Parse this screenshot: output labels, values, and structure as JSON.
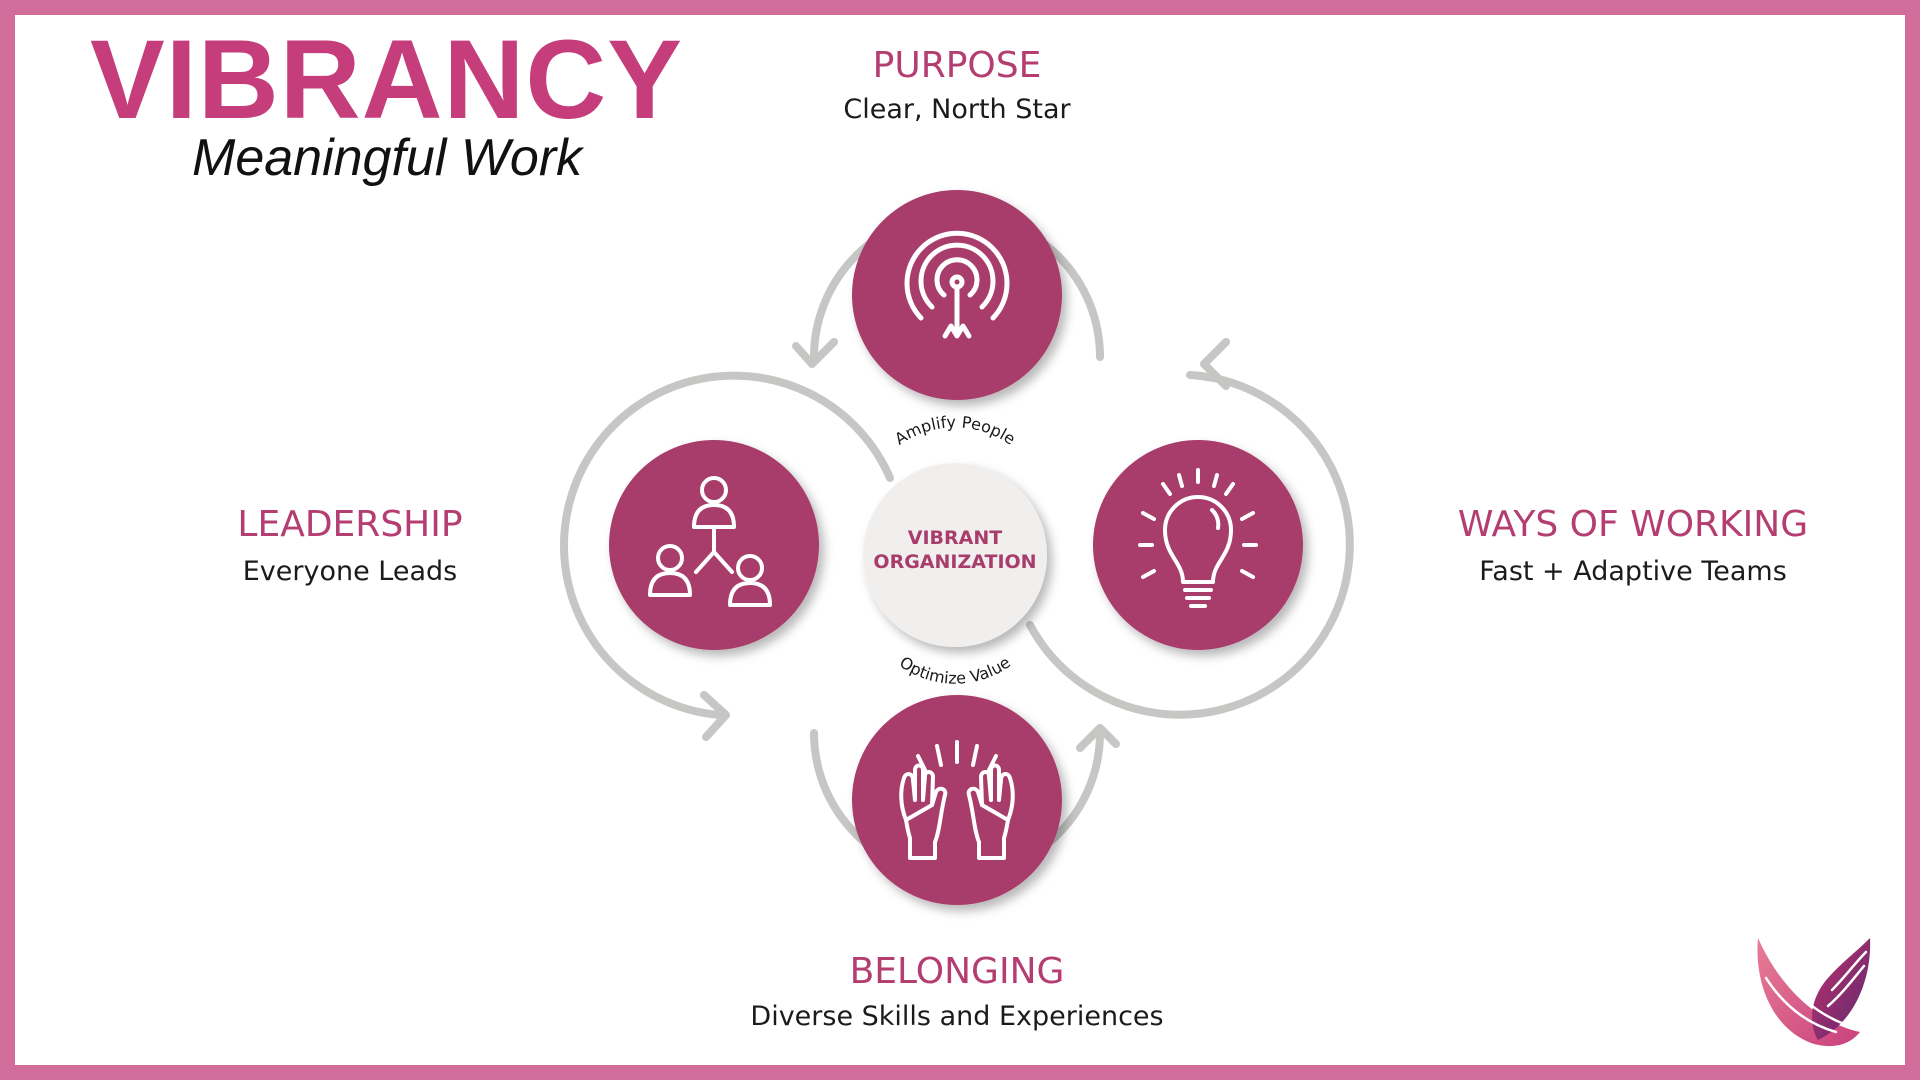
{
  "header": {
    "title": "VIBRANCY",
    "subtitle": "Meaningful Work"
  },
  "center": {
    "line1": "VIBRANT",
    "line2": "ORGANIZATION"
  },
  "arc_labels": {
    "top": "Amplify People",
    "bottom": "Optimize Value"
  },
  "pillars": {
    "purpose": {
      "title": "PURPOSE",
      "subtitle": "Clear, North Star",
      "icon": "target-icon"
    },
    "leadership": {
      "title": "LEADERSHIP",
      "subtitle": "Everyone Leads",
      "icon": "team-network-icon"
    },
    "ways": {
      "title": "WAYS OF WORKING",
      "subtitle": "Fast + Adaptive Teams",
      "icon": "lightbulb-icon"
    },
    "belonging": {
      "title": "BELONGING",
      "subtitle": "Diverse Skills and Experiences",
      "icon": "raised-hands-icon"
    }
  },
  "colors": {
    "frame": "#d06d9a",
    "title": "#c53d7a",
    "circle": "#a83d6c",
    "pillar_title": "#b43e72",
    "flow_line": "#c6c6c4",
    "center_fill": "#f1efed",
    "center_text": "#a83d6c"
  }
}
